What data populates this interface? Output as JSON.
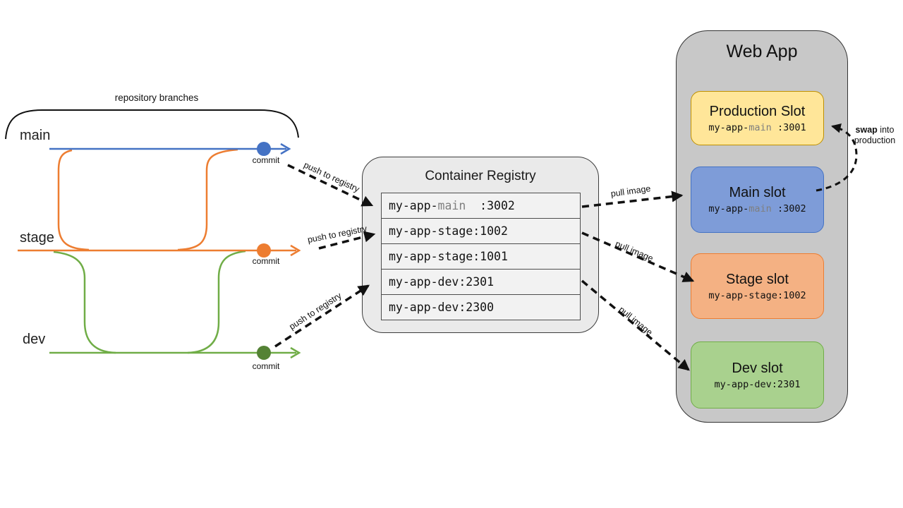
{
  "branches": {
    "brace_label": "repository branches",
    "main": {
      "label": "main",
      "commit_label": "commit",
      "color": "#4472C4"
    },
    "stage": {
      "label": "stage",
      "commit_label": "commit",
      "color": "#ED7D31"
    },
    "dev": {
      "label": "dev",
      "commit_label": "commit",
      "color": "#70AD47",
      "dot_color": "#548235"
    }
  },
  "arrows": {
    "push_main": "push to registry",
    "push_stage": "push to registry",
    "push_dev": "push to registry",
    "pull_main": "pull image",
    "pull_stage": "pull image",
    "pull_dev": "pull image",
    "swap_bold": "swap",
    "swap_rest": " into",
    "swap_line2": "production"
  },
  "registry": {
    "title": "Container Registry",
    "rows": [
      {
        "pre": "my-app-",
        "gray": "main",
        "post": "  :3002"
      },
      {
        "pre": "my-app-stage:1002",
        "gray": "",
        "post": ""
      },
      {
        "pre": "my-app-stage:1001",
        "gray": "",
        "post": ""
      },
      {
        "pre": "my-app-dev:2301",
        "gray": "",
        "post": ""
      },
      {
        "pre": "my-app-dev:2300",
        "gray": "",
        "post": ""
      }
    ]
  },
  "webapp": {
    "title": "Web App",
    "slots": [
      {
        "title": "Production Slot",
        "pre": "my-app-",
        "gray": "main",
        "post": " :3001",
        "fill": "#FFE699",
        "border": "#BF9000"
      },
      {
        "title": "Main slot",
        "pre": "my-app-",
        "gray": "main",
        "post": " :3002",
        "fill": "#7E9CD8",
        "border": "#4472C4"
      },
      {
        "title": "Stage slot",
        "pre": "my-app-stage:1002",
        "gray": "",
        "post": "",
        "fill": "#F4B183",
        "border": "#ED7D31"
      },
      {
        "title": "Dev slot",
        "pre": "my-app-dev:2301",
        "gray": "",
        "post": "",
        "fill": "#A9D18E",
        "border": "#70AD47"
      }
    ]
  }
}
